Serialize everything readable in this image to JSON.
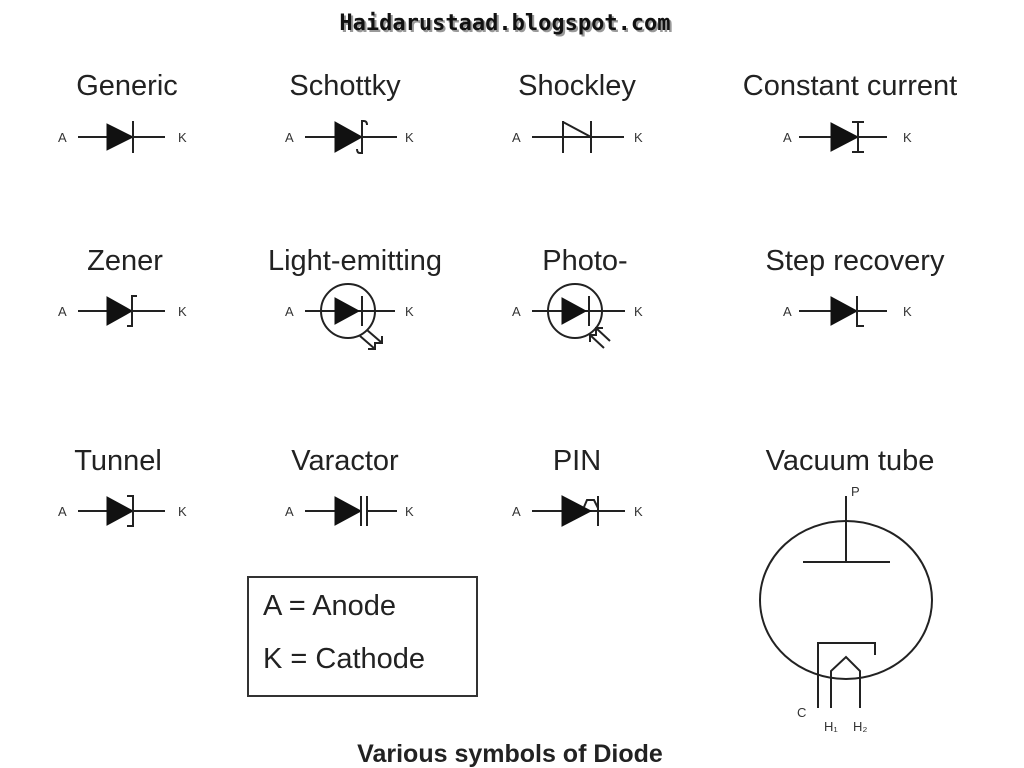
{
  "header": "Haidarustaad.blogspot.com",
  "caption": "Various symbols of Diode",
  "pins": {
    "anode": "A",
    "cathode": "K"
  },
  "diodes": [
    {
      "name": "Generic"
    },
    {
      "name": "Schottky"
    },
    {
      "name": "Shockley"
    },
    {
      "name": "Constant current"
    },
    {
      "name": "Zener"
    },
    {
      "name": "Light-emitting"
    },
    {
      "name": "Photo-"
    },
    {
      "name": "Step recovery"
    },
    {
      "name": "Tunnel"
    },
    {
      "name": "Varactor"
    },
    {
      "name": "PIN"
    },
    {
      "name": "Vacuum tube"
    }
  ],
  "vacuum_tube_pins": {
    "plate": "P",
    "cathode": "C",
    "h1": "H₁",
    "h2": "H₂"
  },
  "legend": {
    "anode": "A = Anode",
    "cathode": "K = Cathode"
  }
}
